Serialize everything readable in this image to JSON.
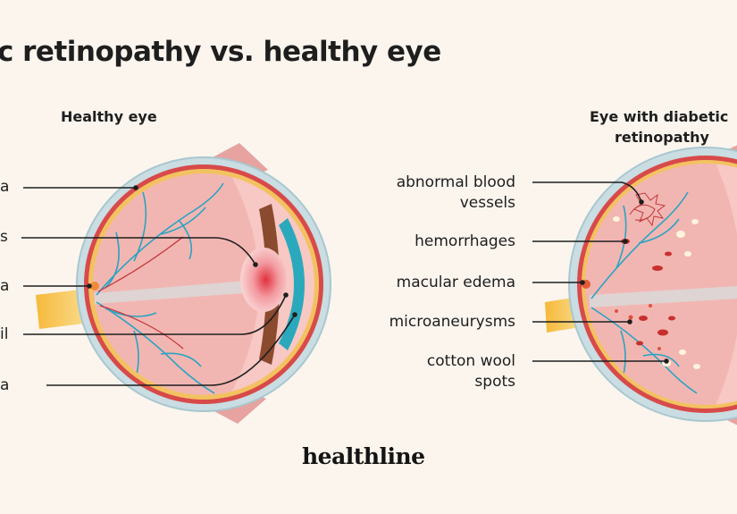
{
  "title": "etic retinopathy vs. healthy eye",
  "healthy": {
    "heading": "Healthy eye",
    "labels": [
      "a",
      "s",
      "a",
      "il",
      "a"
    ]
  },
  "diseased": {
    "heading_line1": "Eye with diabetic",
    "heading_line2": "retinopathy",
    "labels": {
      "abnormal_line1": "abnormal blood",
      "abnormal_line2": "vessels",
      "hemorrhages": "hemorrhages",
      "macular_edema": "macular edema",
      "microaneurysms": "microaneurysms",
      "cotton_line1": "cotton wool",
      "cotton_line2": "spots"
    }
  },
  "brand": "healthline",
  "colors": {
    "background": "#fbf5ee",
    "sclera": "#c9dde2",
    "choroid": "#d84a4a",
    "retina_yellow": "#f3c260",
    "fundus": "#f2b6b2",
    "vessel": "#2aa3c2",
    "cornea": "#2aa9bd",
    "lens": "#f6c9c9"
  }
}
